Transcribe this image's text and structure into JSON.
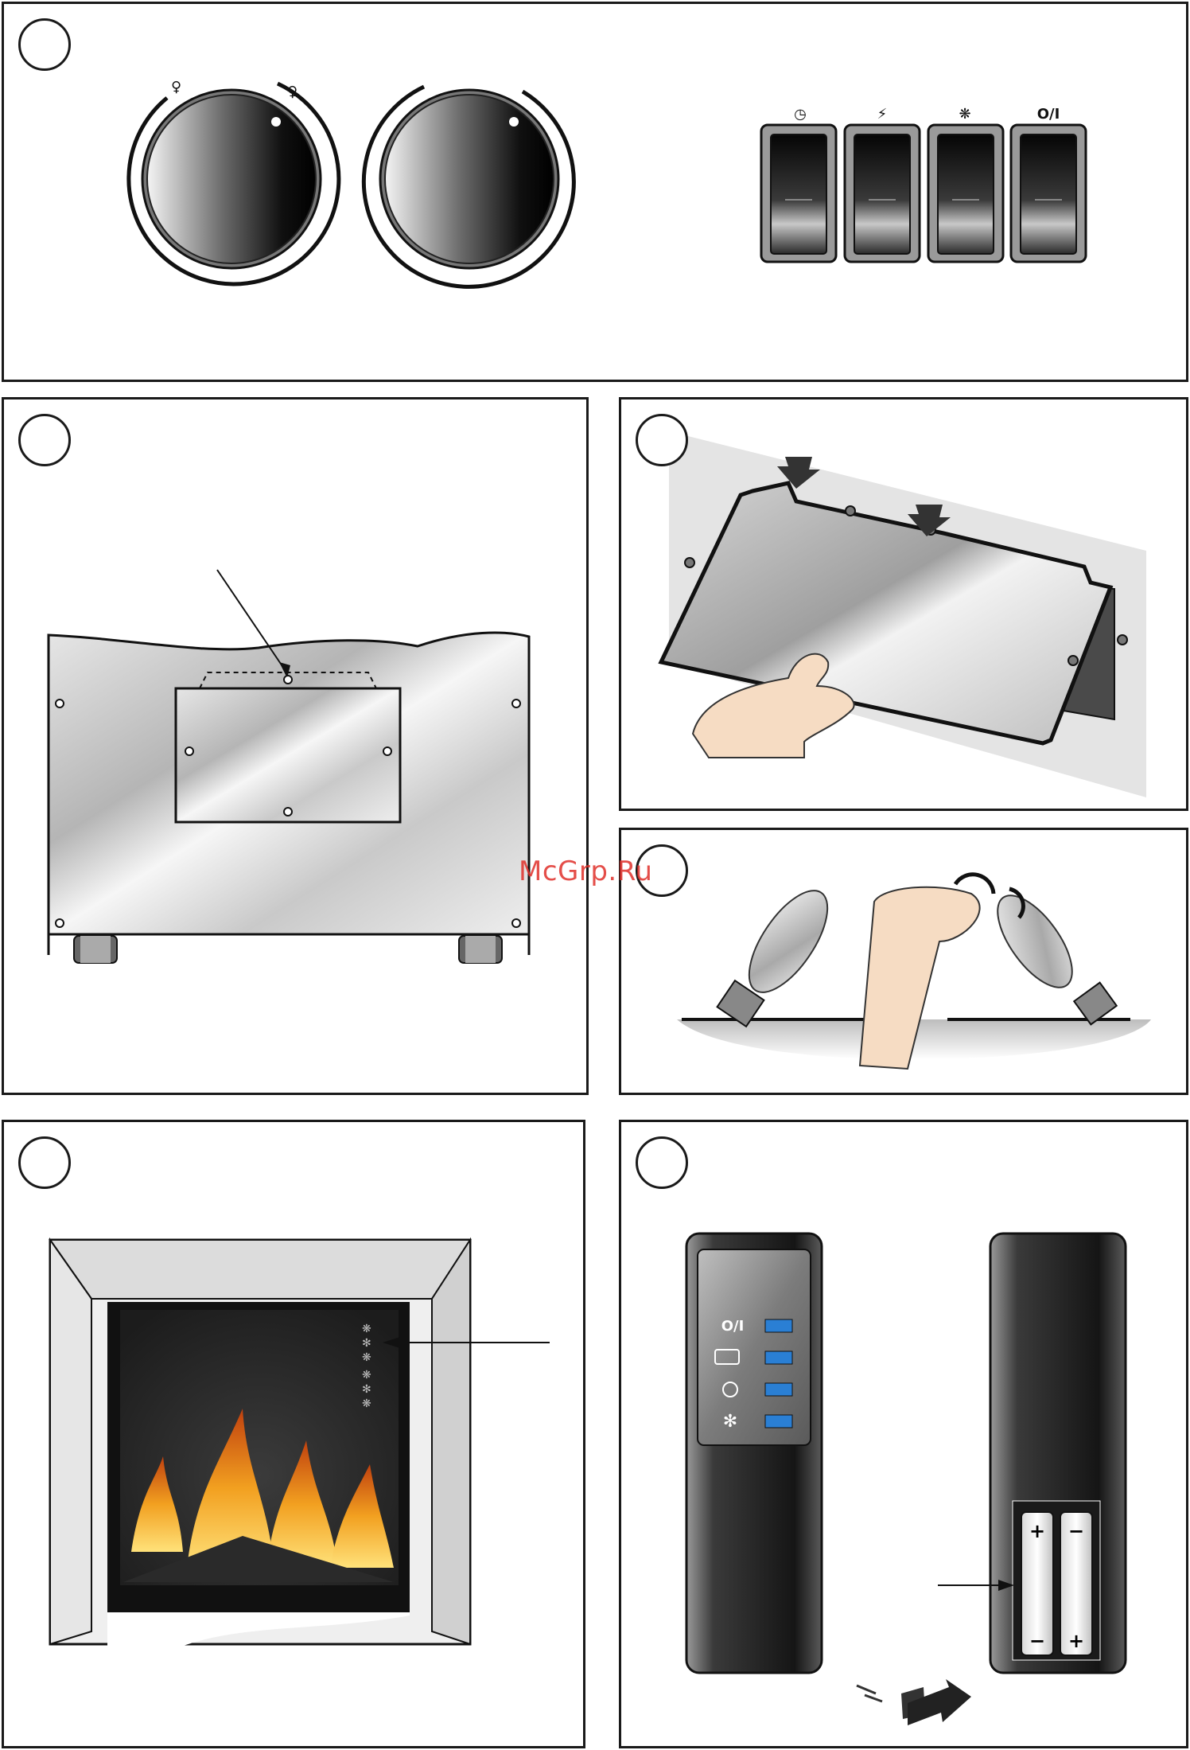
{
  "watermark": "McGrp.Ru",
  "panels": [
    {
      "id": "controls",
      "switches": [
        {
          "icon": "timer-icon",
          "symbol": "◷"
        },
        {
          "icon": "heater-icon",
          "symbol": "⚡"
        },
        {
          "icon": "fan-icon",
          "symbol": "❋"
        },
        {
          "icon": "power-icon",
          "symbol": "O/I"
        }
      ]
    },
    {
      "id": "heater-back"
    },
    {
      "id": "cover-removal"
    },
    {
      "id": "bulb-replacement"
    },
    {
      "id": "fireplace-front"
    },
    {
      "id": "remote-control",
      "remote_buttons": [
        {
          "icon": "power-icon",
          "symbol": "O/I"
        },
        {
          "icon": "heater-icon",
          "symbol": ""
        },
        {
          "icon": "timer-icon",
          "symbol": ""
        },
        {
          "icon": "fan-icon",
          "symbol": ""
        }
      ]
    }
  ],
  "colors": {
    "border": "#1a1a1a",
    "watermark": "#e0302a",
    "button_blue": "#2a7fd4",
    "flame": "#f2a020"
  }
}
